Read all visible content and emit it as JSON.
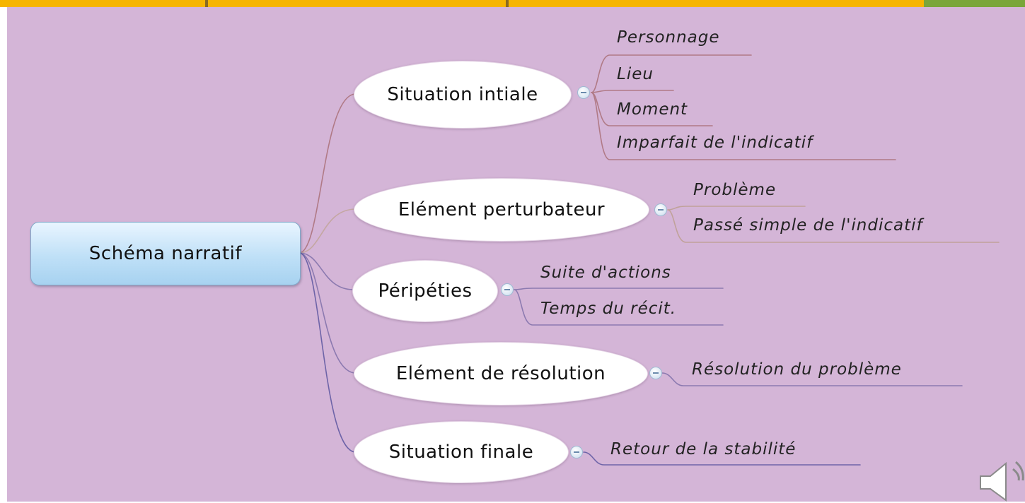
{
  "colors": {
    "background": "#d4b5d7",
    "root_fill": "#bfe0f7",
    "node_fill": "#ffffff",
    "connector": "#b07a86",
    "accent_orange": "#f6b500",
    "accent_green": "#8bbb3c"
  },
  "root": {
    "label": "Schéma narratif"
  },
  "categories": [
    {
      "label": "Situation intiale",
      "items": [
        "Personnage",
        "Lieu",
        "Moment",
        "Imparfait de l'indicatif"
      ]
    },
    {
      "label": "Elément perturbateur",
      "items": [
        "Problème",
        "Passé simple de l'indicatif"
      ]
    },
    {
      "label": "Péripéties",
      "items": [
        "Suite d'actions",
        "Temps du récit."
      ]
    },
    {
      "label": "Elément de résolution",
      "items": [
        "Résolution du problème"
      ]
    },
    {
      "label": "Situation finale",
      "items": [
        "Retour de la stabilité"
      ]
    }
  ],
  "icons": {
    "speaker": "speaker-icon"
  }
}
